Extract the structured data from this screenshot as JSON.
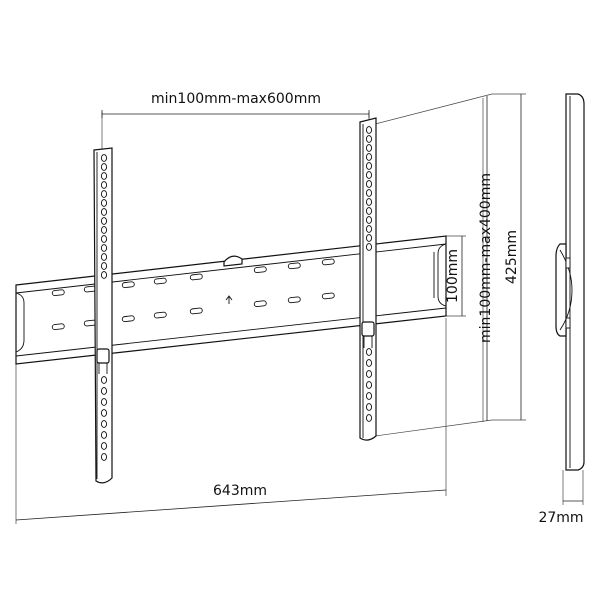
{
  "labels": {
    "vesa_width": "min100mm-max600mm",
    "vesa_height": "min100mm-max400mm",
    "plate_height": "100mm",
    "arm_height": "425mm",
    "total_width": "643mm",
    "depth": "27mm"
  }
}
